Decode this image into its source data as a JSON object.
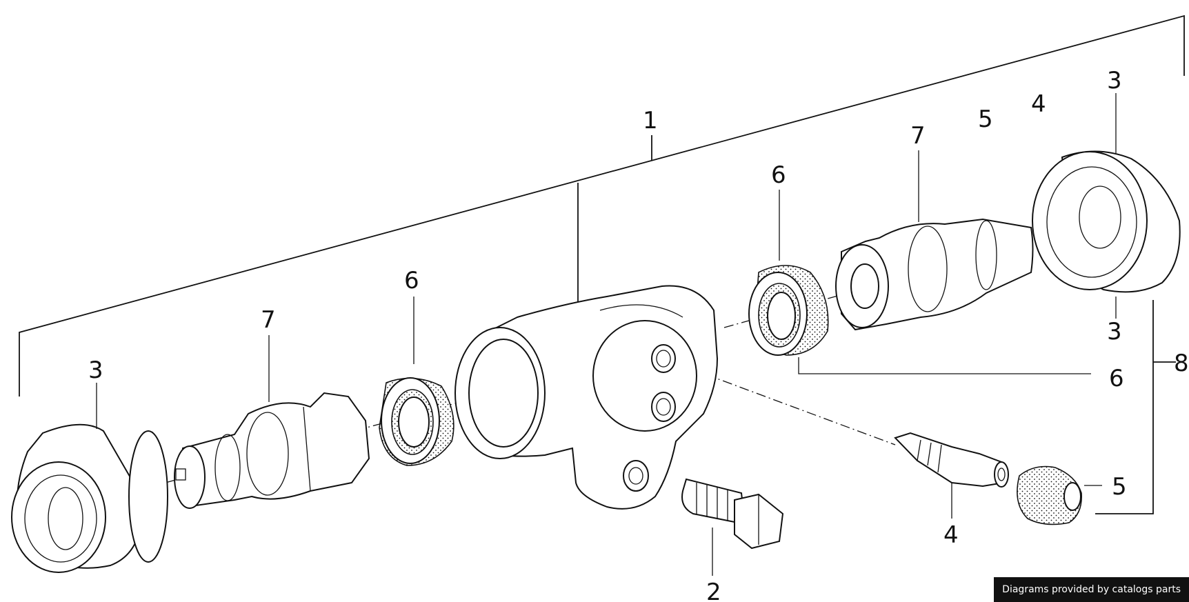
{
  "diagram": {
    "callouts": {
      "c1": "1",
      "c2": "2",
      "c3_left": "3",
      "c3_top": "3",
      "c3_mid": "3",
      "c4_top": "4",
      "c4_bottom": "4",
      "c5_top": "5",
      "c5_right": "5",
      "c6_left": "6",
      "c6_mid": "6",
      "c6_right": "6",
      "c7_left": "7",
      "c7_right": "7",
      "c8": "8"
    }
  },
  "credit": {
    "text": "Diagrams provided by catalogs parts"
  }
}
